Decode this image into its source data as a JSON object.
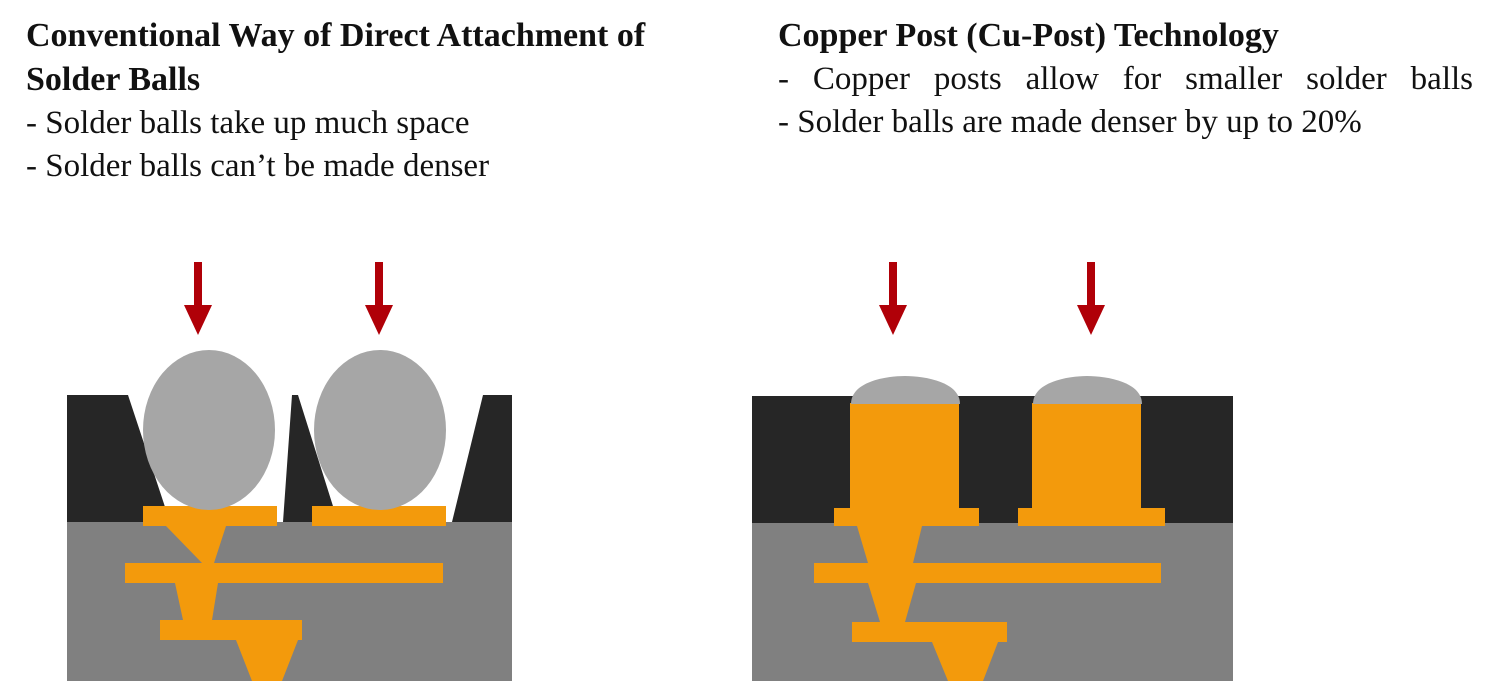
{
  "left_panel": {
    "title": "Conventional Way of Direct Attachment of Solder Balls",
    "bullets": [
      "- Solder balls take up much space",
      "- Solder balls can’t be made denser"
    ]
  },
  "right_panel": {
    "title": "Copper Post (Cu-Post) Technology",
    "bullets": [
      "- Copper posts allow for smaller solder balls",
      "- Solder balls are made denser by up to 20%"
    ]
  },
  "colors": {
    "arrow": "#b00008",
    "solder": "#a6a6a6",
    "copper": "#f39a0c",
    "mask": "#262626",
    "substrate": "#808080"
  }
}
